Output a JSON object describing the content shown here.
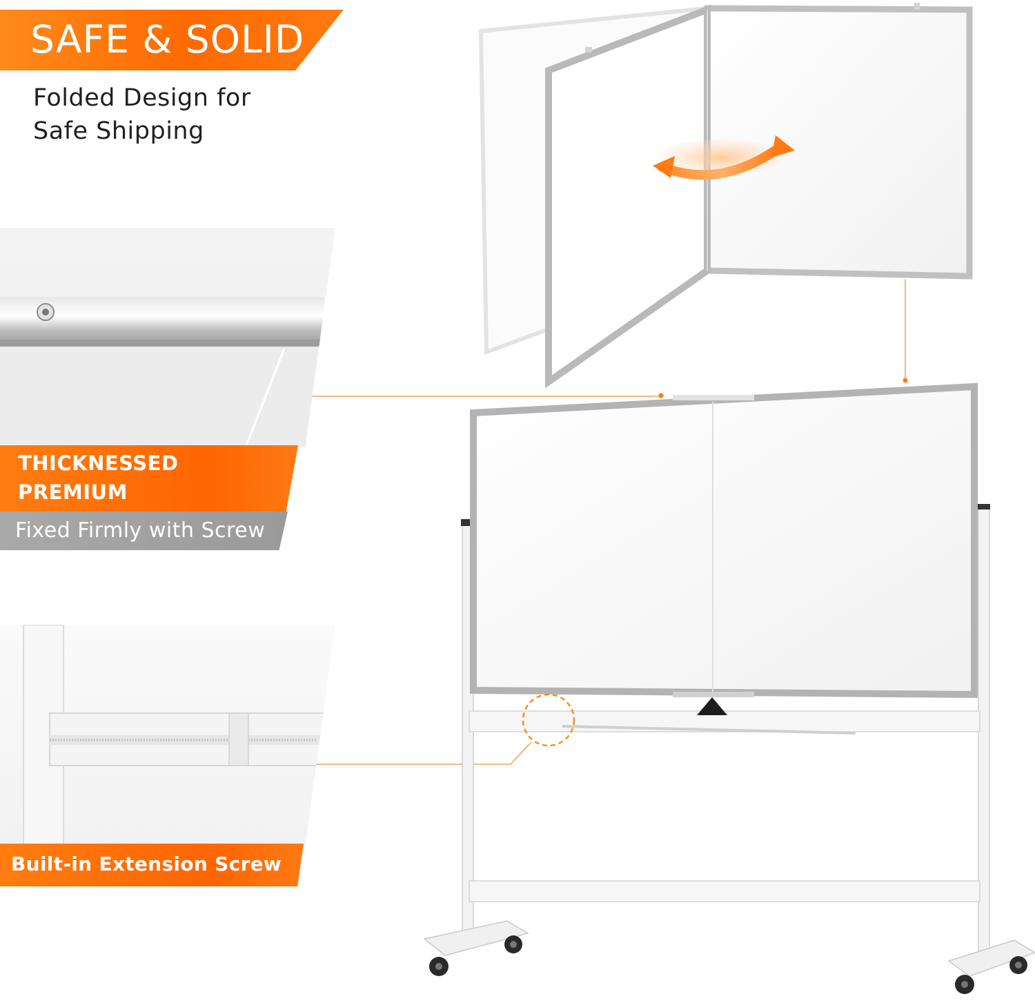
{
  "headline": "SAFE & SOLID",
  "subtitle_line1": "Folded Design for",
  "subtitle_line2": "Safe Shipping",
  "feature1": {
    "title_line1": "THICKNESSED PREMIUM",
    "title_line2": "METAL TUBE",
    "caption": "Fixed Firmly with Screw"
  },
  "feature2": {
    "title": "Built-in Extension Screw"
  },
  "colors": {
    "accent_orange": "#ff6a00",
    "caption_gray": "#9e9e9e",
    "frame_silver": "#b9b9b9"
  },
  "icons": [
    "rotate-arrow-icon",
    "screw-icon",
    "caster-wheel-icon"
  ]
}
